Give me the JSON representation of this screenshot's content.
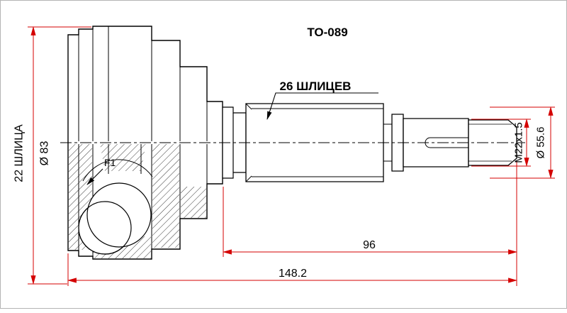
{
  "title": "TO-089",
  "labels": {
    "shaft_splines": "26 ШЛИЦЕВ",
    "hub_splines": "22 ШЛИЦА",
    "hub_outer_diameter": "Ø 83",
    "grease_mark": "F1",
    "thread_size": "M22x1.5",
    "shaft_outer_diameter": "Ø 55.6"
  },
  "dimensions": {
    "spline_to_tip_length": "96",
    "overall_length": "148.2"
  },
  "colors": {
    "dimension_lines": "#d40000",
    "drawing_lines": "#000000",
    "background": "#ffffff"
  }
}
